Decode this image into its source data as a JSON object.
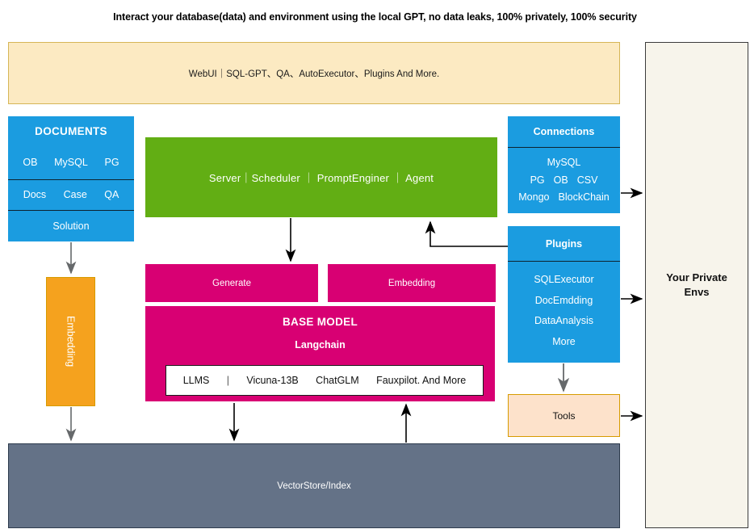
{
  "headline": "Interact your database(data) and environment using the local GPT, no data leaks, 100% privately, 100% security",
  "colors": {
    "banner_fill": "#FCEAC2",
    "banner_border": "#D6B656",
    "blue": "#1B9CE0",
    "green": "#62AE14",
    "magenta": "#D80073",
    "orange": "#F5A21E",
    "tools_fill": "#FDE2CB",
    "vectorstore": "#647287",
    "private_envs": "#F7F4EB"
  },
  "webui": {
    "label": "WebUI｜SQL-GPT、QA、AutoExecutor、Plugins And More."
  },
  "private_envs": {
    "line1": "Your Private",
    "line2": "Envs"
  },
  "documents": {
    "title": "DOCUMENTS",
    "row1": [
      "OB",
      "MySQL",
      "PG"
    ],
    "row2": [
      "Docs",
      "Case",
      "QA"
    ],
    "row3": [
      "Solution"
    ]
  },
  "server": {
    "label": "Server｜Scheduler ｜ PromptEnginer ｜ Agent"
  },
  "connections": {
    "title": "Connections",
    "rows": [
      [
        "MySQL"
      ],
      [
        "PG",
        "OB",
        "CSV"
      ],
      [
        "Mongo",
        "BlockChain"
      ]
    ]
  },
  "plugins": {
    "title": "Plugins",
    "items": [
      "SQLExecutor",
      "DocEmdding",
      "DataAnalysis",
      "More"
    ]
  },
  "embedding_left": {
    "label": "Embedding"
  },
  "generate": {
    "label": "Generate"
  },
  "embedding_mid": {
    "label": "Embedding"
  },
  "base_model": {
    "title": "BASE MODEL",
    "subtitle": "Langchain",
    "llms_label": "LLMS",
    "separator": "|",
    "models": [
      "Vicuna-13B",
      "ChatGLM",
      "Fauxpilot. And More"
    ]
  },
  "tools": {
    "label": "Tools"
  },
  "vectorstore": {
    "label": "VectorStore/Index"
  },
  "chart_data": {
    "type": "diagram",
    "title": "Local GPT database & environment interaction architecture",
    "nodes": [
      {
        "id": "webui",
        "label": "WebUI｜SQL-GPT、QA、AutoExecutor、Plugins And More.",
        "color": "#FCEAC2"
      },
      {
        "id": "documents",
        "label": "DOCUMENTS",
        "color": "#1B9CE0"
      },
      {
        "id": "server",
        "label": "Server｜Scheduler ｜ PromptEnginer ｜ Agent",
        "color": "#62AE14"
      },
      {
        "id": "connections",
        "label": "Connections",
        "color": "#1B9CE0"
      },
      {
        "id": "plugins",
        "label": "Plugins",
        "color": "#1B9CE0"
      },
      {
        "id": "embedding-left",
        "label": "Embedding",
        "color": "#F5A21E"
      },
      {
        "id": "generate",
        "label": "Generate",
        "color": "#D80073"
      },
      {
        "id": "embedding-mid",
        "label": "Embedding",
        "color": "#D80073"
      },
      {
        "id": "base-model",
        "label": "BASE MODEL / Langchain",
        "color": "#D80073"
      },
      {
        "id": "tools",
        "label": "Tools",
        "color": "#FDE2CB"
      },
      {
        "id": "vectorstore",
        "label": "VectorStore/Index",
        "color": "#647287"
      },
      {
        "id": "private-envs",
        "label": "Your Private Envs",
        "color": "#F7F4EB"
      }
    ],
    "edges": [
      {
        "from": "documents",
        "to": "embedding-left"
      },
      {
        "from": "embedding-left",
        "to": "vectorstore"
      },
      {
        "from": "server",
        "to": "generate"
      },
      {
        "from": "plugins",
        "to": "server"
      },
      {
        "from": "connections",
        "to": "private-envs"
      },
      {
        "from": "plugins",
        "to": "private-envs"
      },
      {
        "from": "plugins",
        "to": "tools"
      },
      {
        "from": "tools",
        "to": "private-envs"
      },
      {
        "from": "base-model",
        "to": "vectorstore"
      },
      {
        "from": "vectorstore",
        "to": "base-model"
      }
    ]
  }
}
